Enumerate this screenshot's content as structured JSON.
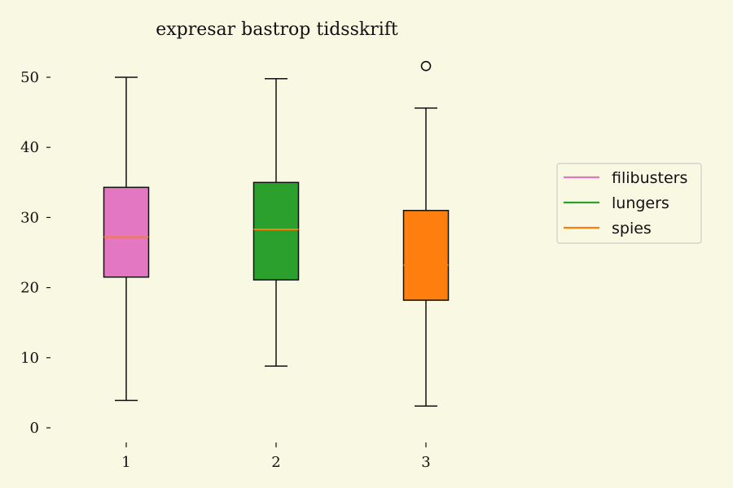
{
  "chart_data": {
    "type": "box",
    "title": "expresar bastrop tidsskrift",
    "xlabel": "",
    "ylabel": "",
    "ylim": [
      0,
      52
    ],
    "yticks": [
      0,
      10,
      20,
      30,
      40,
      50
    ],
    "categories": [
      "1",
      "2",
      "3"
    ],
    "grid": false,
    "legend_position": "right",
    "series": [
      {
        "name": "filibusters",
        "color": "#e377c2",
        "median_color": "#ff7f0e",
        "whisker_low": 3.9,
        "q1": 21.5,
        "median": 27.2,
        "q3": 34.3,
        "whisker_high": 50.0,
        "outliers": []
      },
      {
        "name": "lungers",
        "color": "#2ca02c",
        "median_color": "#ff7f0e",
        "whisker_low": 8.8,
        "q1": 21.1,
        "median": 28.3,
        "q3": 35.0,
        "whisker_high": 49.8,
        "outliers": []
      },
      {
        "name": "spies",
        "color": "#ff7f0e",
        "median_color": "#ff7f0e",
        "whisker_low": 3.1,
        "q1": 18.2,
        "median": 23.2,
        "q3": 31.0,
        "whisker_high": 45.6,
        "outliers": [
          51.6
        ]
      }
    ]
  }
}
